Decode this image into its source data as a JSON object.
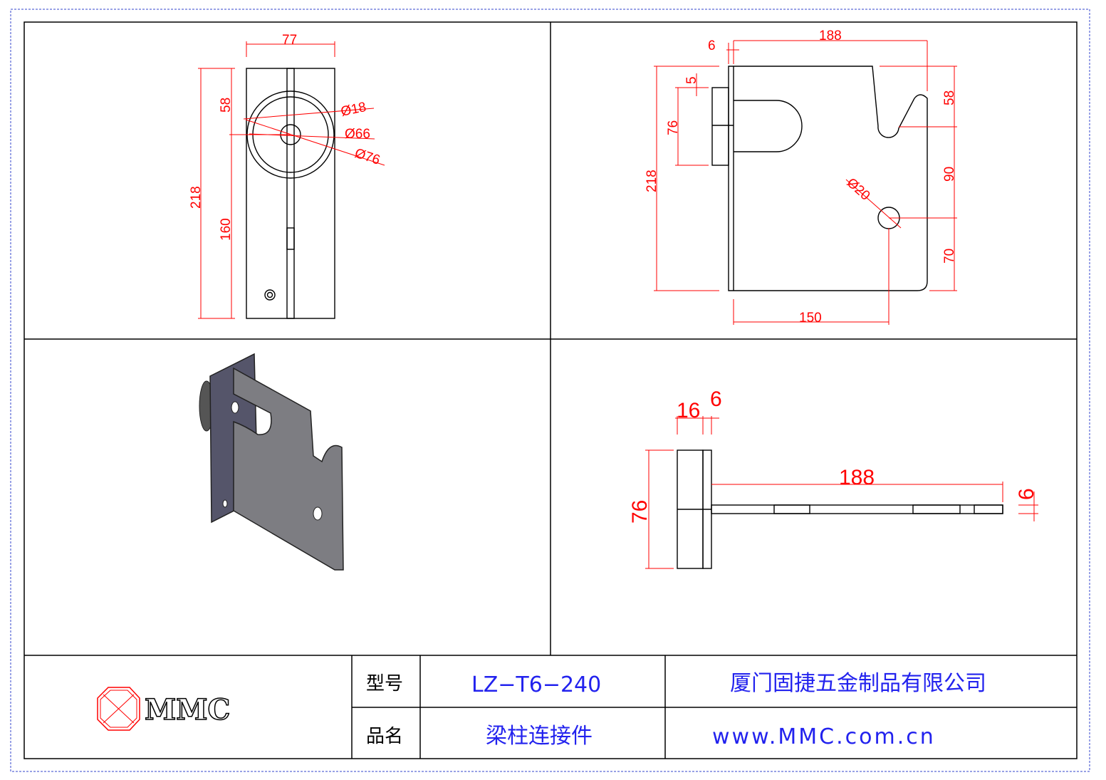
{
  "views": {
    "front": {
      "width": "77",
      "total_height": "218",
      "upper": "58",
      "lower": "160",
      "hole": "Ø18",
      "inner_ring": "Ø66",
      "outer_ring": "Ø76"
    },
    "side": {
      "thickness": "6",
      "length": "188",
      "total_height": "218",
      "boss_height": "76",
      "boss_offset": "5",
      "notch": "58",
      "mid": "90",
      "bottom": "70",
      "hole_pos": "150",
      "hole": "Ø20"
    },
    "top": {
      "boss": "16",
      "plate": "6",
      "length": "188",
      "bar": "6",
      "height": "76"
    }
  },
  "title_block": {
    "logo_text": "MMC",
    "model_label": "型号",
    "model_value": "LZ−T6−240",
    "name_label": "品名",
    "name_value": "梁柱连接件",
    "company": "厦门固捷五金制品有限公司",
    "website": "www.MMC.com.cn"
  },
  "colors": {
    "dimension": "#ff0000",
    "title_text": "#2222ee",
    "border": "#3344cc"
  }
}
